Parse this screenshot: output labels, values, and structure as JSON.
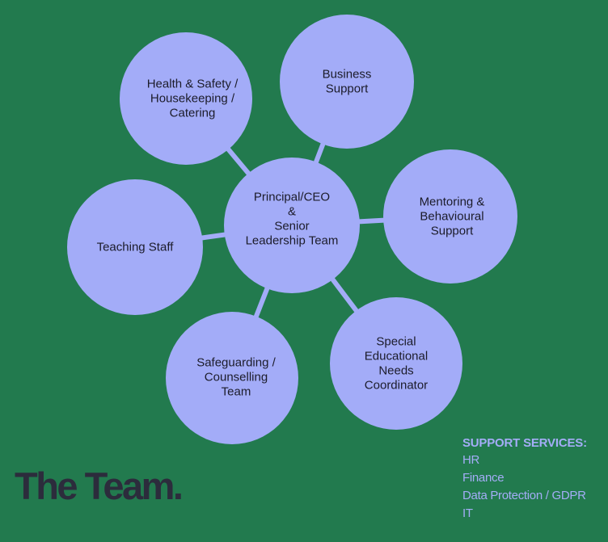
{
  "colors": {
    "background": "#227a4e",
    "node_fill": "#a3acf8",
    "connector": "#a3acf8",
    "node_text": "#1c1c2a",
    "title_text": "#2c2c3c",
    "support_text": "#a4adf7"
  },
  "diagram": {
    "center": {
      "id": "center",
      "lines": [
        "Principal/CEO",
        "&",
        "Senior",
        "Leadership Team"
      ]
    },
    "satellites": [
      {
        "id": "health-safety",
        "lines": [
          "Health & Safety /",
          "Housekeeping /",
          "Catering"
        ]
      },
      {
        "id": "business-support",
        "lines": [
          "Business",
          "Support"
        ]
      },
      {
        "id": "mentoring",
        "lines": [
          "Mentoring &",
          "Behavioural",
          "Support"
        ]
      },
      {
        "id": "senco",
        "lines": [
          "Special",
          "Educational",
          "Needs",
          "Coordinator"
        ]
      },
      {
        "id": "safeguarding",
        "lines": [
          "Safeguarding /",
          "Counselling",
          "Team"
        ]
      },
      {
        "id": "teaching-staff",
        "lines": [
          "Teaching Staff"
        ]
      }
    ]
  },
  "title": "The Team.",
  "support_services": {
    "heading": "SUPPORT SERVICES:",
    "items": [
      "HR",
      "Finance",
      "Data Protection / GDPR",
      "IT"
    ]
  }
}
